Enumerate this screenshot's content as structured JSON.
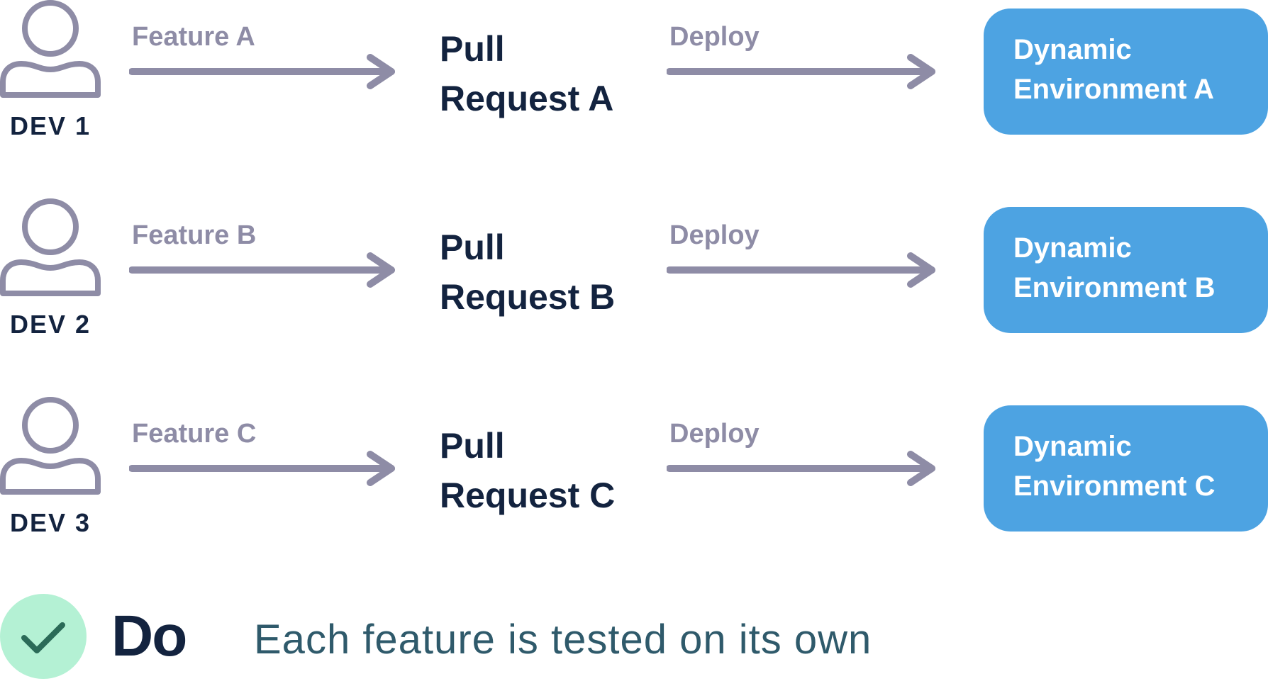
{
  "colors": {
    "dark_text": "#13233f",
    "arrow_gray": "#8e8ca6",
    "env_blue": "#4da3e2",
    "check_bg": "#b4f1d4",
    "check_mark": "#2b6b58",
    "desc_text": "#2f5a6b"
  },
  "rows": [
    {
      "dev_label": "DEV 1",
      "feature_label": "Feature A",
      "deploy_label": "Deploy",
      "pr_line1": "Pull",
      "pr_line2": "Request A",
      "env_line1": "Dynamic",
      "env_line2": "Environment A"
    },
    {
      "dev_label": "DEV 2",
      "feature_label": "Feature B",
      "deploy_label": "Deploy",
      "pr_line1": "Pull",
      "pr_line2": "Request B",
      "env_line1": "Dynamic",
      "env_line2": "Environment B"
    },
    {
      "dev_label": "DEV 3",
      "feature_label": "Feature C",
      "deploy_label": "Deploy",
      "pr_line1": "Pull",
      "pr_line2": "Request C",
      "env_line1": "Dynamic",
      "env_line2": "Environment C"
    }
  ],
  "footer": {
    "icon": "check-icon",
    "verdict": "Do",
    "description": "Each feature is tested on its own"
  }
}
